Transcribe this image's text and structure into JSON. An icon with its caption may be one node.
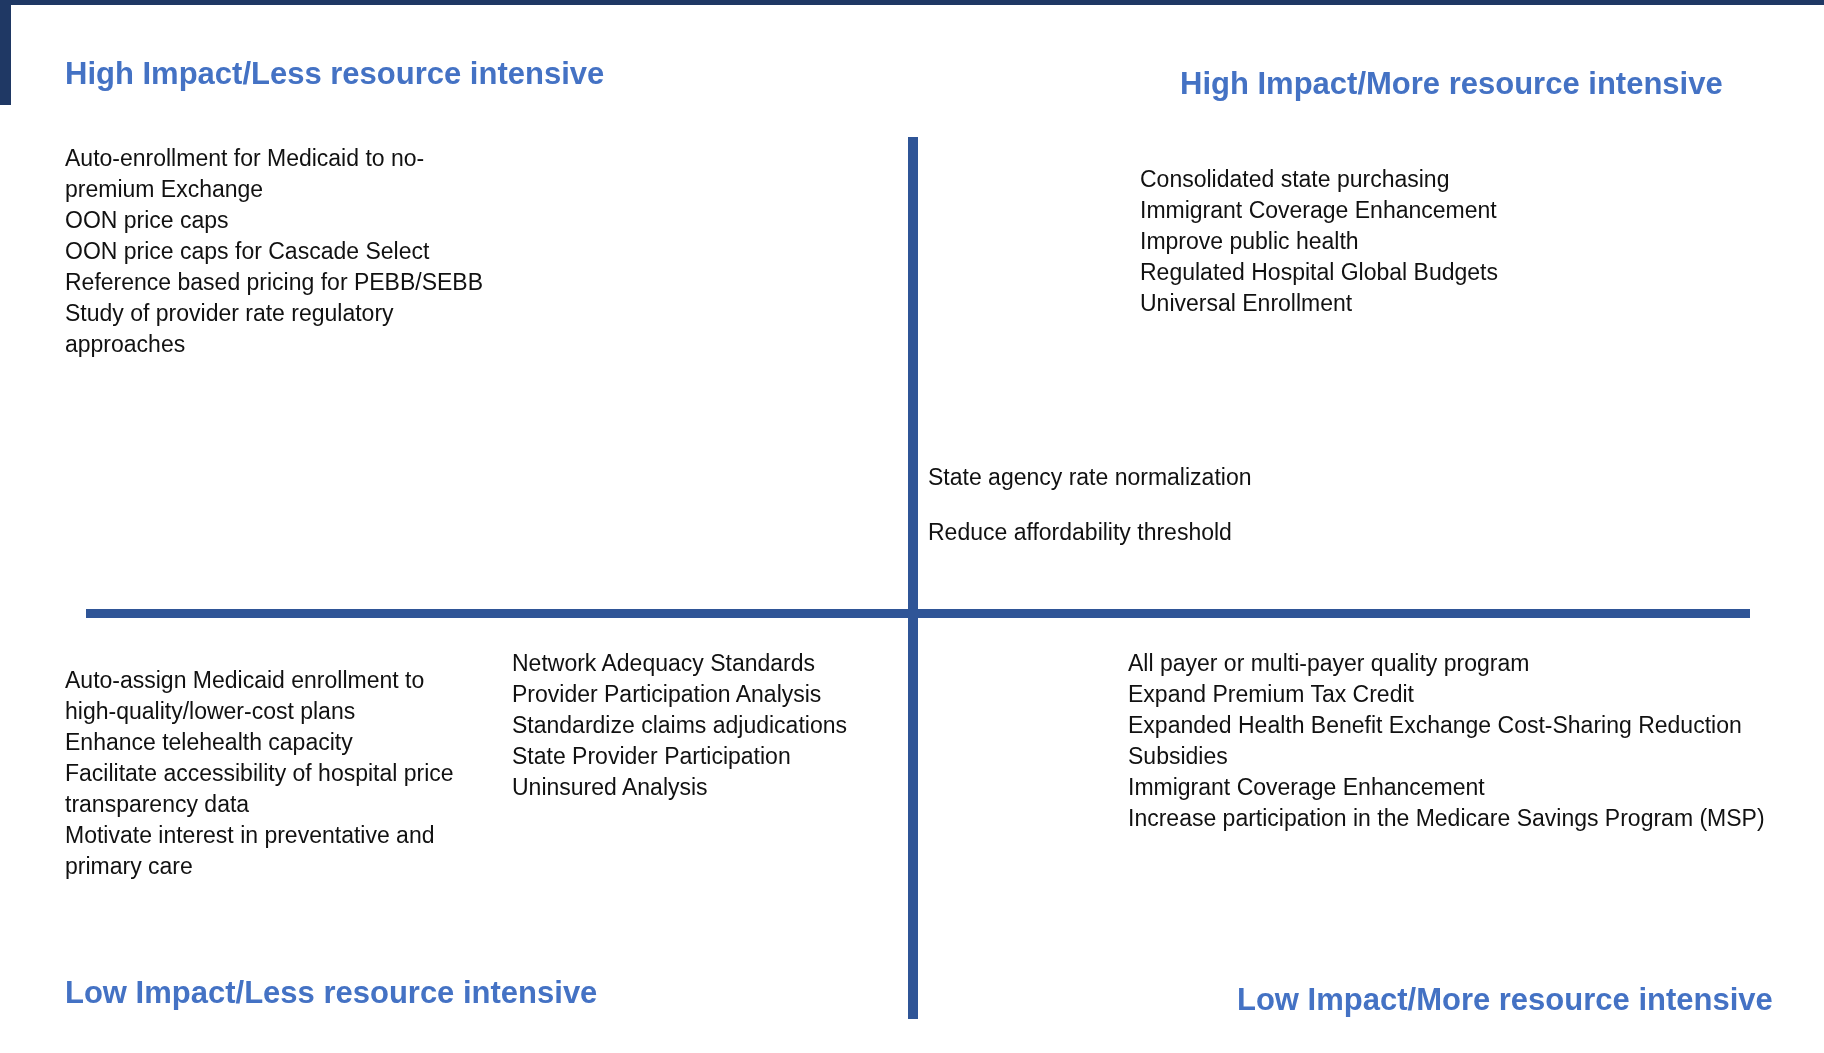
{
  "diagram": {
    "labels": [
      "High Impact/Less resource intensive",
      "High Impact/More resource intensive",
      "Auto-enrollment for Medicaid to no-premium Exchange",
      "OON price caps",
      "OON price caps for Cascade Select",
      "Reference based pricing for PEBB/SEBB",
      "Study of provider rate regulatory approaches",
      "Consolidated state purchasing",
      "Immigrant Coverage Enhancement",
      "Improve public health",
      "Regulated Hospital Global Budgets",
      "Universal Enrollment",
      "State agency rate normalization",
      "Reduce affordability threshold",
      "Auto-assign Medicaid enrollment to high-quality/lower-cost plans",
      "Enhance telehealth capacity",
      "Facilitate accessibility of hospital price transparency data",
      "Motivate interest in preventative and primary care",
      "Network Adequacy Standards",
      "Provider Participation Analysis",
      "Standardize claims adjudications",
      "State Provider Participation",
      "Uninsured Analysis",
      "All payer or multi-payer quality program",
      "Expand Premium Tax Credit",
      "Expanded Health Benefit Exchange Cost-Sharing Reduction Subsidies",
      "Immigrant Coverage Enhancement",
      "Increase participation in the Medicare Savings Program (MSP)",
      "Low Impact/Less resource intensive",
      "Low Impact/More resource intensive"
    ]
  }
}
